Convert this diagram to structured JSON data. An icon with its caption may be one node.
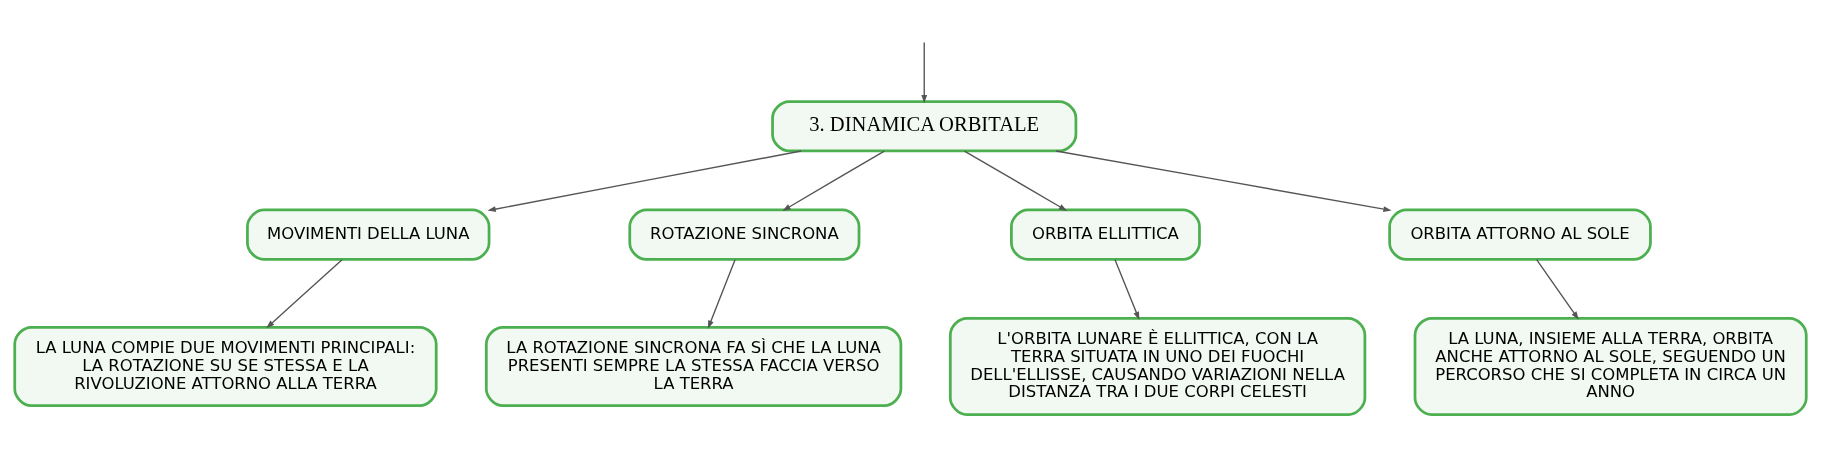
{
  "diagram": {
    "nodes": [
      {
        "text": [
          "3. DINAMICA ORBITALE"
        ]
      },
      {
        "text": [
          "MOVIMENTI DELLA LUNA"
        ]
      },
      {
        "text": [
          "ROTAZIONE SINCRONA"
        ]
      },
      {
        "text": [
          "ORBITA ELLITTICA"
        ]
      },
      {
        "text": [
          "ORBITA ATTORNO AL SOLE"
        ]
      },
      {
        "text": [
          "LA LUNA COMPIE DUE MOVIMENTI PRINCIPALI: LA ROTAZIONE SU SE STESSA E LA RIVOLUZIONE ATTORNO ALLA TERRA"
        ]
      },
      {
        "text": [
          "LA ROTAZIONE SINCRONA FA SÌ CHE LA LUNA PRESENTI SEMPRE LA STESSA FACCIA VERSO LA TERRA"
        ]
      },
      {
        "text": [
          "L'ORBITA LUNARE È ELLITTICA, CON LA TERRA SITUATA IN UNO DEI FUOCHI DELL'ELLISSE, CAUSANDO VARIAZIONI NELLA DISTANZA TRA I DUE CORPI CELESTI"
        ]
      },
      {
        "text": [
          "LA LUNA, INSIEME ALLA TERRA, ORBITA ANCHE ATTORNO AL SOLE, SEGUENDO UN PERCORSO CHE SI COMPLETA IN CIRCA UN ANNO"
        ]
      }
    ],
    "edges": [
      {
        "from": null,
        "to": 0,
        "arrow": "to"
      },
      {
        "from": 0,
        "to": 1,
        "arrow": "to"
      },
      {
        "from": 0,
        "to": 2,
        "arrow": "to"
      },
      {
        "from": 0,
        "to": 3,
        "arrow": "to"
      },
      {
        "from": 0,
        "to": 4,
        "arrow": "to"
      },
      {
        "from": 1,
        "to": 5,
        "arrow": "to"
      },
      {
        "from": 2,
        "to": 6,
        "arrow": "to"
      },
      {
        "from": 3,
        "to": 7,
        "arrow": "to"
      },
      {
        "from": 4,
        "to": 8,
        "arrow": "to"
      }
    ]
  }
}
